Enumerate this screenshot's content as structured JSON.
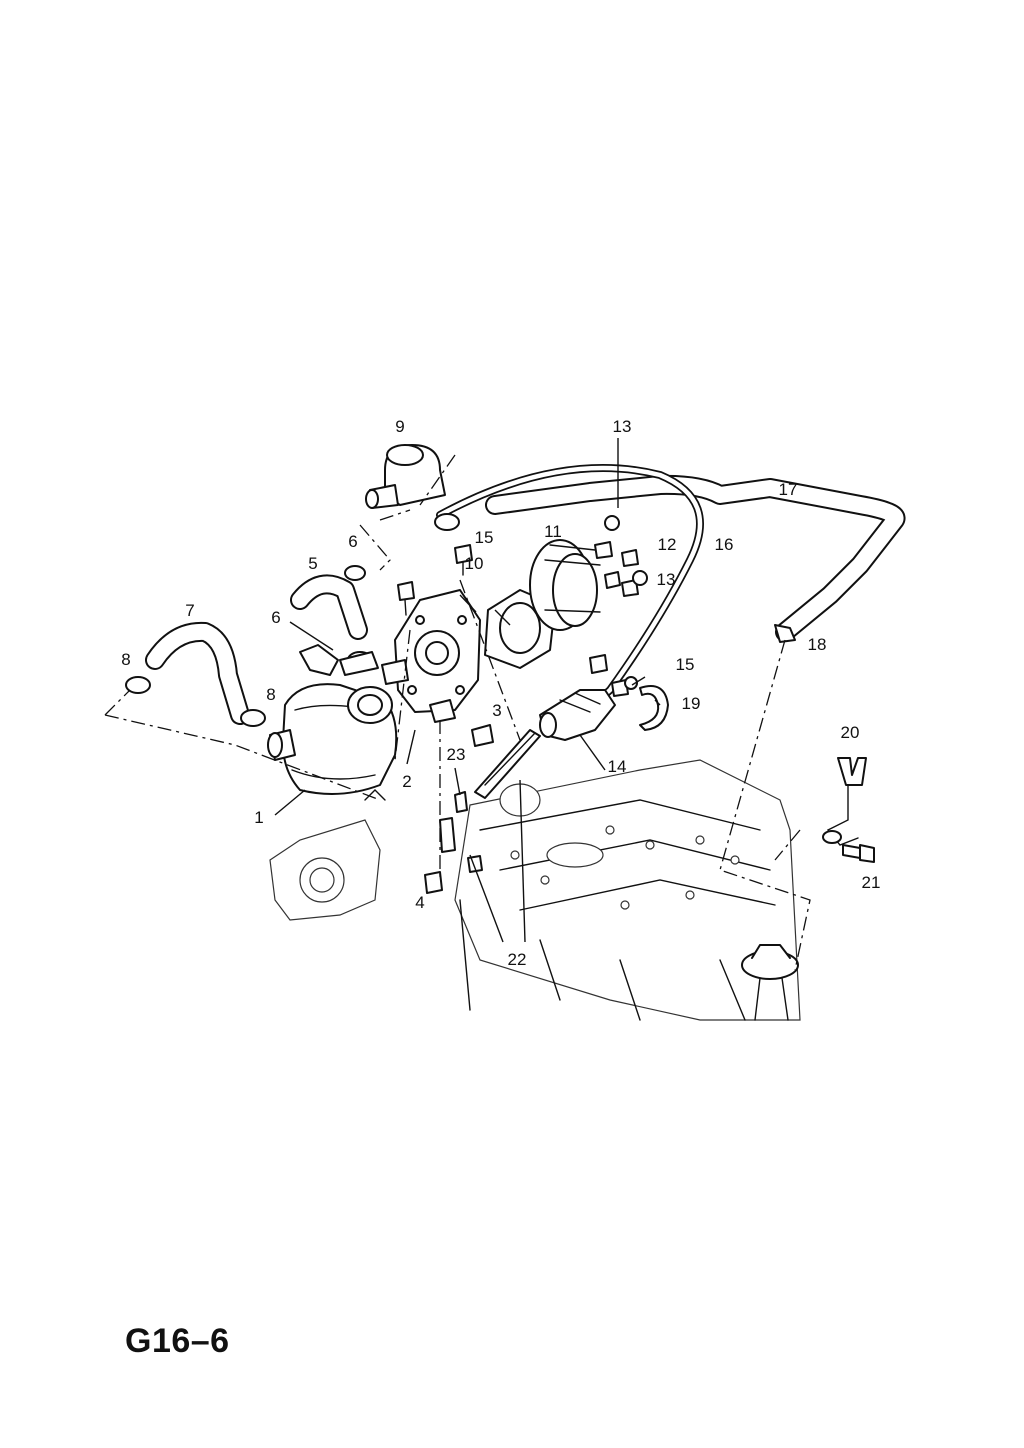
{
  "diagram_code": "G16–6",
  "callouts": [
    "9",
    "13",
    "17",
    "6",
    "15",
    "11",
    "12",
    "16",
    "5",
    "10",
    "13",
    "7",
    "6",
    "18",
    "8",
    "15",
    "8",
    "19",
    "3",
    "20",
    "23",
    "2",
    "14",
    "1",
    "21",
    "4",
    "22"
  ]
}
